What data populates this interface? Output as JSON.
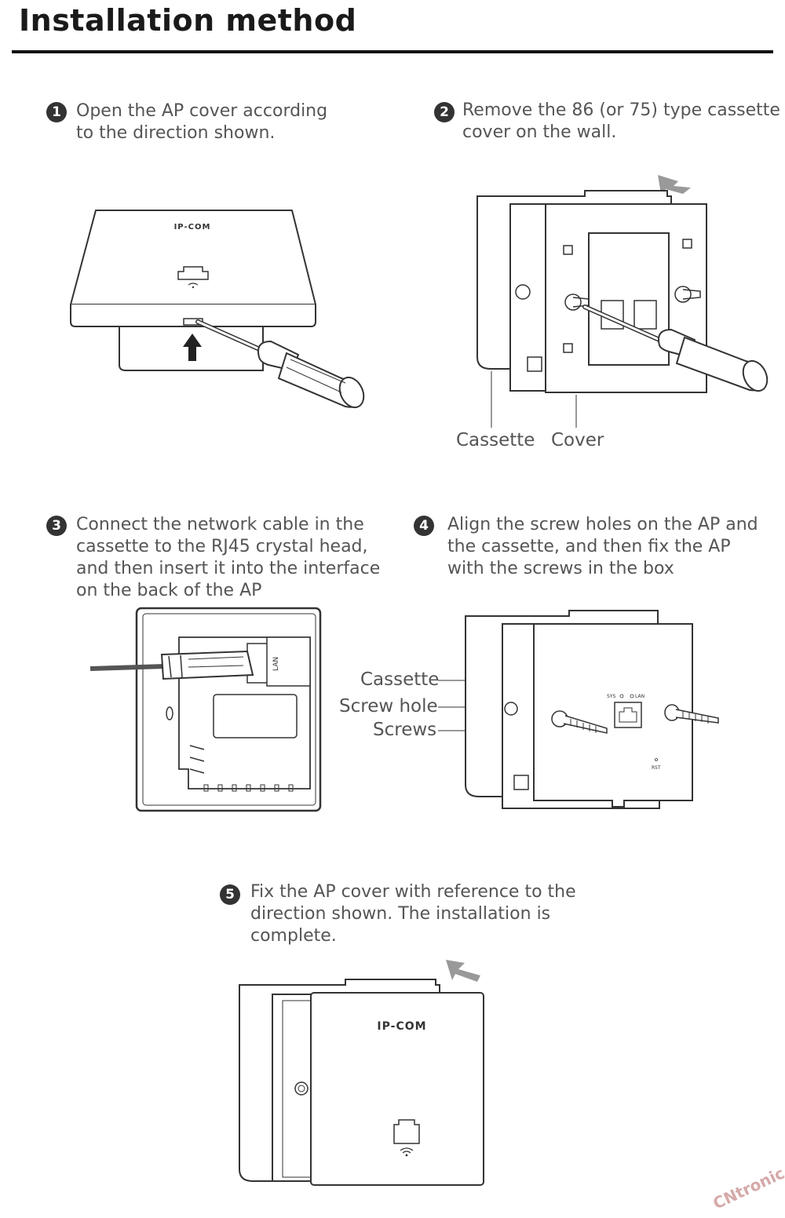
{
  "page": {
    "title": "Installation method"
  },
  "steps": [
    {
      "number": "1",
      "text": "Open the AP cover according\nto the direction shown."
    },
    {
      "number": "2",
      "text": "Remove the 86 (or 75) type cassette\ncover on the wall."
    },
    {
      "number": "3",
      "text": "Connect the network cable in the\ncassette to the RJ45 crystal head,\nand then insert it into the interface\non the back of the AP"
    },
    {
      "number": "4",
      "text": "Align the screw holes on the AP and\nthe cassette, and then fix the AP\nwith the screws in the box"
    },
    {
      "number": "5",
      "text": "Fix the AP cover with reference to the\ndirection shown. The installation is\ncomplete."
    }
  ],
  "step2_labels": {
    "cassette": "Cassette",
    "cover": "Cover"
  },
  "step4_labels": {
    "cassette": "Cassette",
    "screw_hole": "Screw hole",
    "screws": "Screws"
  },
  "device": {
    "brand": "IP-COM",
    "port_label": "LAN",
    "sys_label": "SYS",
    "lan_label": "LAN",
    "rst_label": "RST"
  },
  "watermark": {
    "text": "CNtronic"
  },
  "icons": [
    "screwdriver-icon",
    "arrow-up-icon",
    "arrow-right-icon",
    "arrow-left-icon",
    "ethernet-port-icon",
    "wifi-icon",
    "screw-icon"
  ]
}
